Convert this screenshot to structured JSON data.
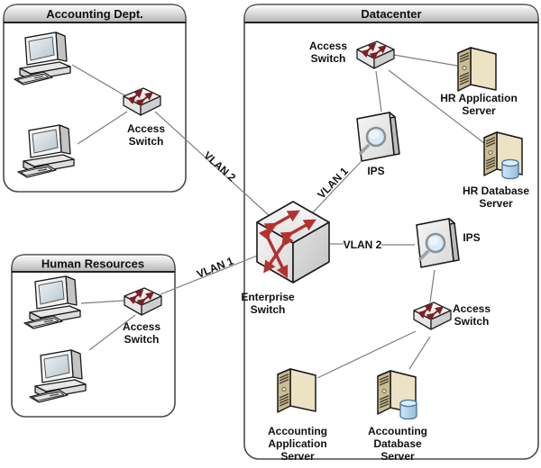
{
  "groups": {
    "accounting": {
      "title": "Accounting Dept."
    },
    "human_resources": {
      "title": "Human Resources"
    },
    "datacenter": {
      "title": "Datacenter"
    }
  },
  "nodes": {
    "accounting_access_switch": {
      "type": "access-switch",
      "line1": "Access",
      "line2": "Switch"
    },
    "hr_access_switch": {
      "type": "access-switch",
      "line1": "Access",
      "line2": "Switch"
    },
    "dc_top_access_switch": {
      "type": "access-switch",
      "line1": "Access",
      "line2": "Switch"
    },
    "dc_bottom_access_switch": {
      "type": "access-switch",
      "line1": "Access",
      "line2": "Switch"
    },
    "ips_top": {
      "type": "ips",
      "label": "IPS"
    },
    "ips_right": {
      "type": "ips",
      "label": "IPS"
    },
    "enterprise_switch": {
      "type": "multilayer-switch",
      "line1": "Enterprise",
      "line2": "Switch"
    },
    "hr_application_server": {
      "type": "server",
      "line1": "HR Application",
      "line2": "Server"
    },
    "hr_database_server": {
      "type": "database-server",
      "line1": "HR Database",
      "line2": "Server"
    },
    "accounting_application_server": {
      "type": "server",
      "line1": "Accounting",
      "line2": "Application",
      "line3": "Server"
    },
    "accounting_database_server": {
      "type": "database-server",
      "line1": "Accounting",
      "line2": "Database",
      "line3": "Server"
    },
    "accounting_pc_1": {
      "type": "workstation"
    },
    "accounting_pc_2": {
      "type": "workstation"
    },
    "hr_pc_1": {
      "type": "workstation"
    },
    "hr_pc_2": {
      "type": "workstation"
    }
  },
  "links": {
    "accounting_to_enterprise": {
      "label": "VLAN 2"
    },
    "hr_to_enterprise": {
      "label": "VLAN 1"
    },
    "ips_top_to_enterprise": {
      "label": "VLAN 1"
    },
    "enterprise_to_ips_right": {
      "label": "VLAN 2"
    }
  },
  "colors": {
    "switch_arrow_dark_red": "#7f1f22",
    "enterprise_arrow_red": "#b23230",
    "server_front_tan": "#c9bc90",
    "server_side_cream": "#ebe3c4",
    "database_cylinder_blue": "#a9c9e5",
    "connector_gray": "#7f7f7f",
    "titlebar_gradient_bottom": "#b5b5b5",
    "box_border": "#4a4a4a"
  }
}
